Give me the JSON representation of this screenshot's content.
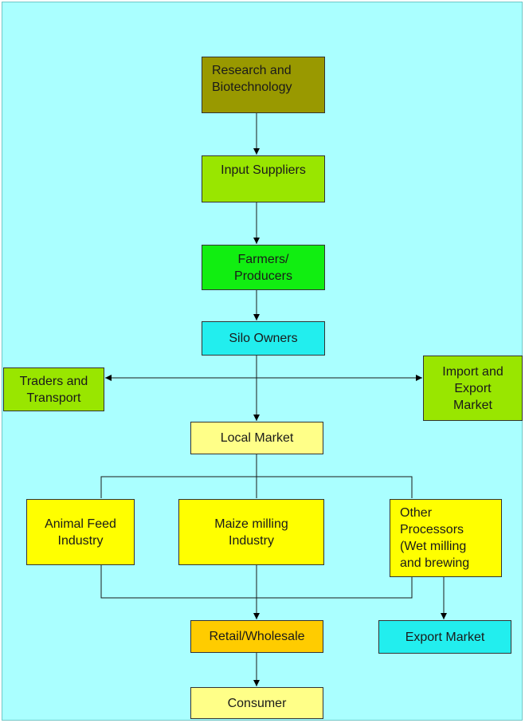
{
  "colors": {
    "background": "#aaffff",
    "olive": "#999900",
    "lime": "#99e600",
    "green": "#11ee11",
    "cyan": "#22eeee",
    "yellow": "#ffff00",
    "pale_yellow": "#ffff88",
    "orange": "#ffcc00"
  },
  "nodes": {
    "research": "Research and\nBiotechnology",
    "input": "Input Suppliers",
    "farmers": "Farmers/\nProducers",
    "silo": "Silo Owners",
    "traders": "Traders and\nTransport",
    "import_export": "Import and\nExport\nMarket",
    "local": "Local Market",
    "animal": "Animal Feed\nIndustry",
    "maize": "Maize milling\nIndustry",
    "other": "Other\nProcessors\n(Wet milling\nand brewing",
    "retail": "Retail/Wholesale",
    "export": "Export Market",
    "consumer": "Consumer"
  }
}
